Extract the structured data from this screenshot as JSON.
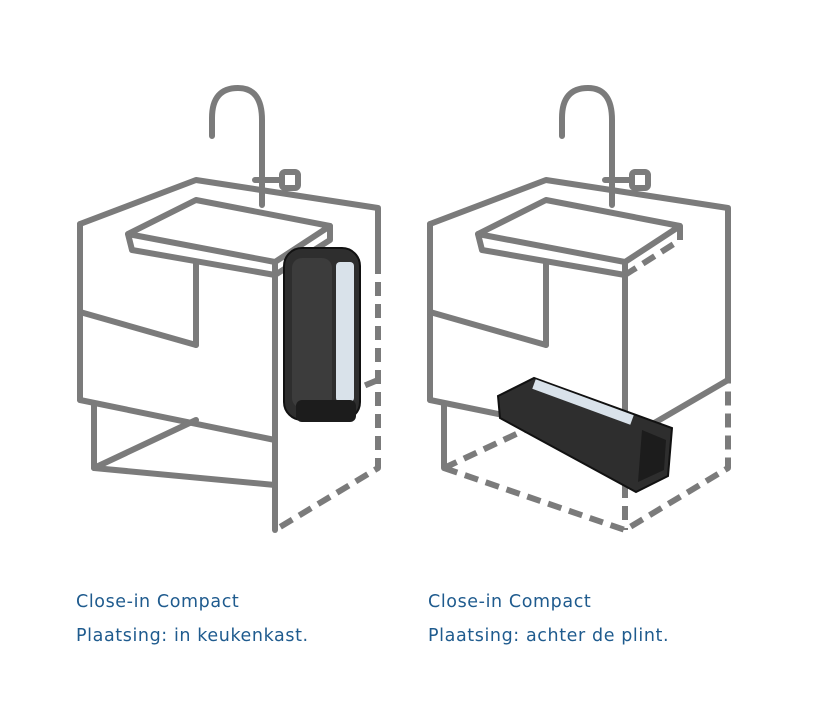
{
  "figures": [
    {
      "title": "Close-in Compact",
      "placement": "Plaatsing: in keukenkast."
    },
    {
      "title": "Close-in Compact",
      "placement": "Plaatsing: achter de plint."
    }
  ],
  "colors": {
    "outline": "#7b7b7b",
    "caption": "#1f5b8e",
    "boiler": "#2e2e2e",
    "boiler_label": "#d9e2ea"
  },
  "icons": [
    "sink-cabinet-diagram",
    "faucet",
    "boiler-unit"
  ]
}
